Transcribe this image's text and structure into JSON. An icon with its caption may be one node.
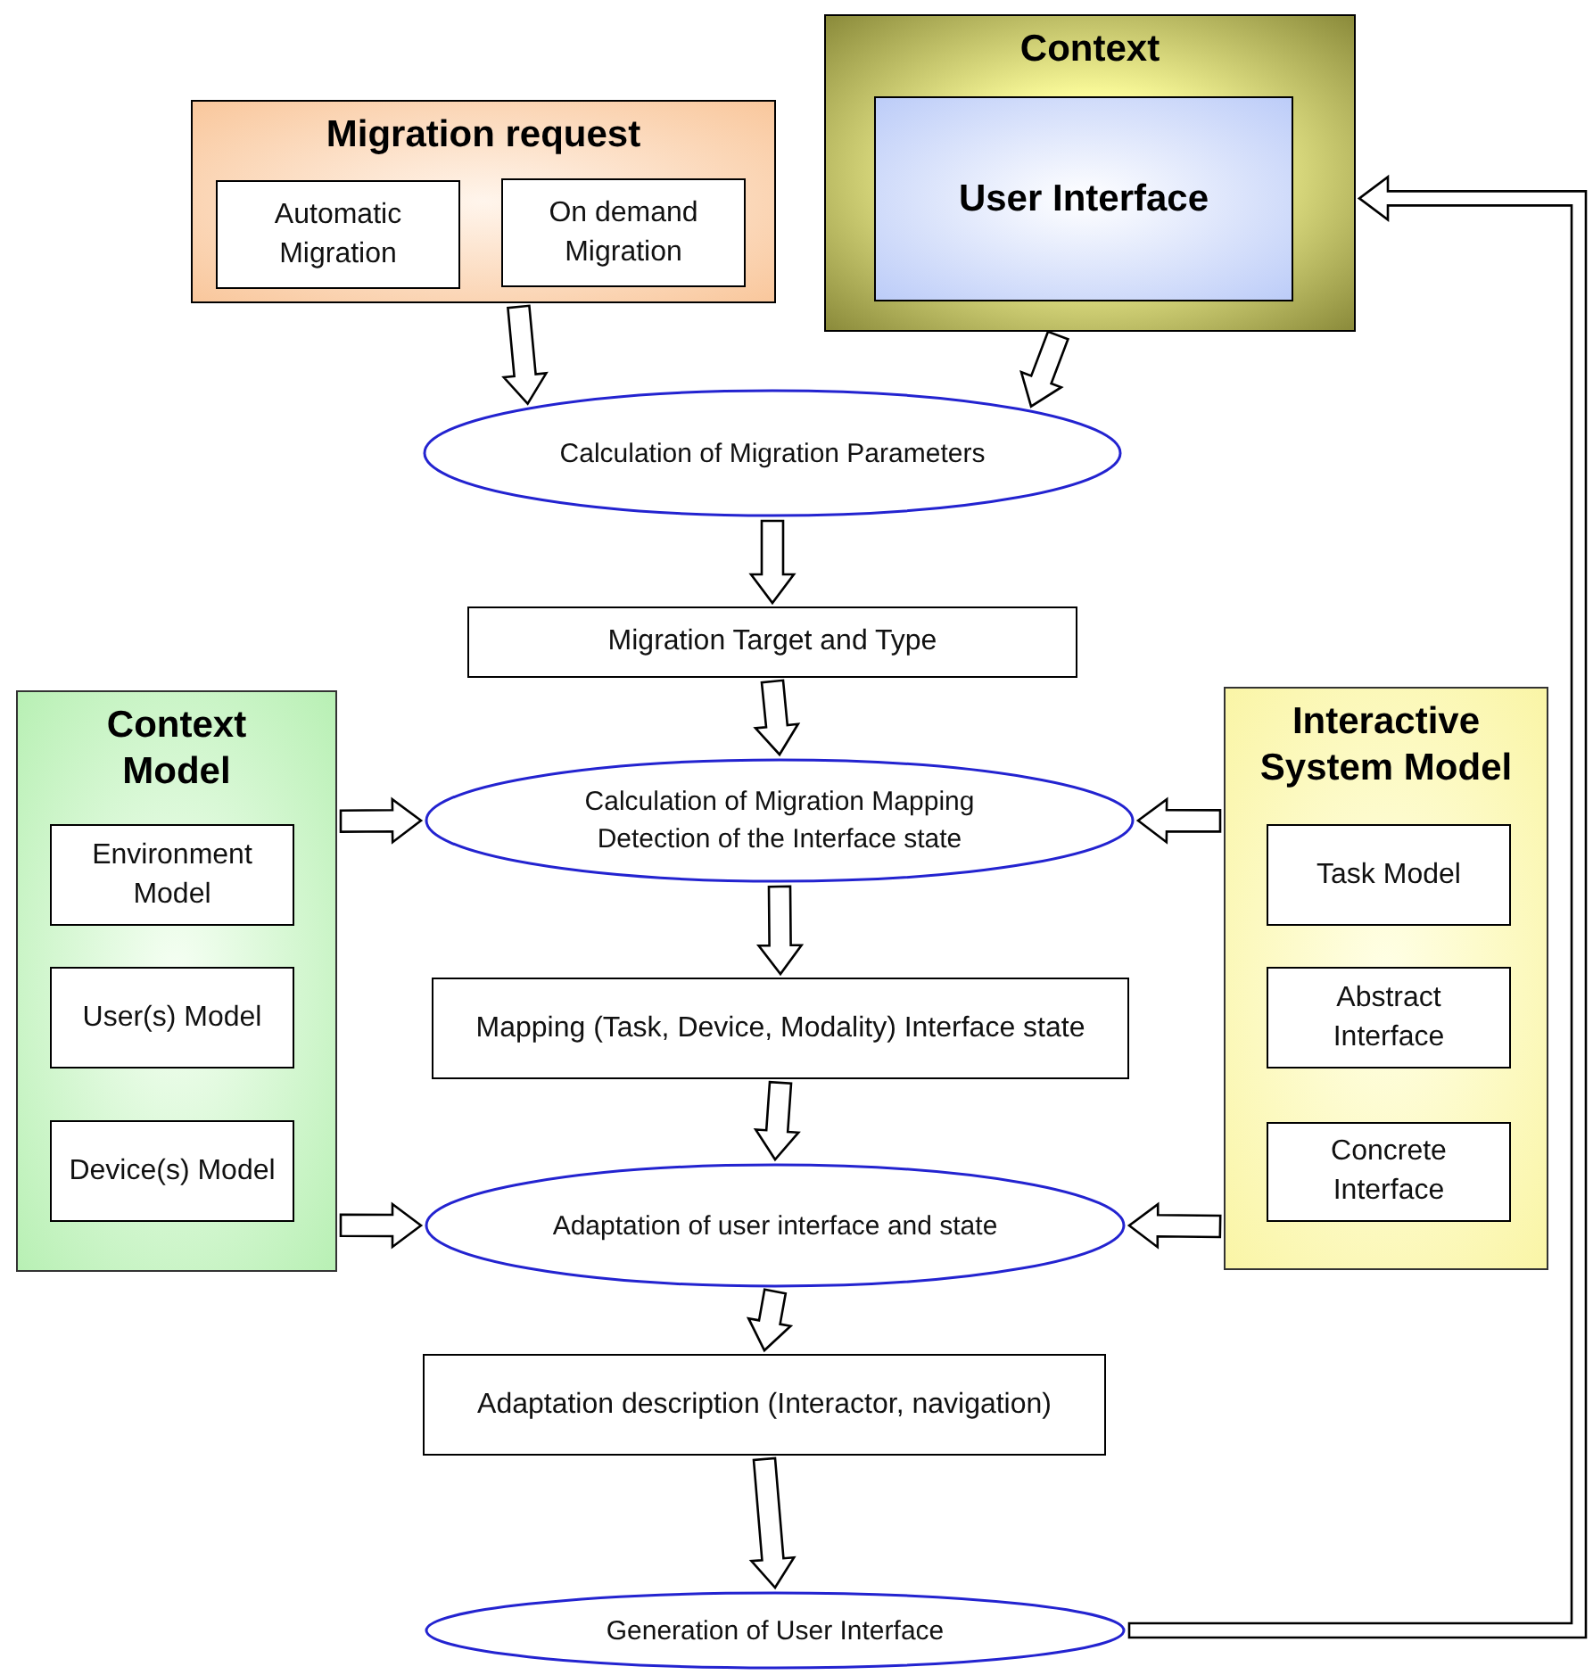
{
  "diagram": {
    "nodes": [
      {
        "text": [
          "Migration request"
        ]
      },
      {
        "text": [
          "Automatic Migration"
        ],
        "in": 0
      },
      {
        "text": [
          "On demand Migration"
        ],
        "in": 0
      },
      {
        "text": [
          "Context"
        ]
      },
      {
        "text": [
          "User Interface"
        ],
        "in": 3
      },
      {
        "text": [
          "Calculation of Migration Parameters"
        ]
      },
      {
        "text": [
          "Migration Target and Type"
        ]
      },
      {
        "text": [
          "Context Model"
        ]
      },
      {
        "text": [
          "Environment Model"
        ],
        "in": 7
      },
      {
        "text": [
          "User(s) Model"
        ],
        "in": 7
      },
      {
        "text": [
          "Device(s) Model"
        ],
        "in": 7
      },
      {
        "text": [
          "Calculation of Migration Mapping Detection of the Interface state"
        ]
      },
      {
        "text": [
          "Interactive System Model"
        ]
      },
      {
        "text": [
          "Task Model"
        ],
        "in": 12
      },
      {
        "text": [
          "Abstract Interface"
        ],
        "in": 12
      },
      {
        "text": [
          "Concrete Interface"
        ],
        "in": 12
      },
      {
        "text": [
          "Mapping (Task, Device, Modality) Interface state"
        ]
      },
      {
        "text": [
          "Adaptation of user interface and state"
        ]
      },
      {
        "text": [
          "Adaptation description (Interactor, navigation)"
        ]
      },
      {
        "text": [
          "Generation of User Interface"
        ]
      }
    ],
    "edges": [
      {
        "from": 0,
        "to": 5,
        "arrow": "to"
      },
      {
        "from": 3,
        "to": 5,
        "arrow": "to"
      },
      {
        "from": 5,
        "to": 6,
        "arrow": "to"
      },
      {
        "from": 6,
        "to": 11,
        "arrow": "to"
      },
      {
        "from": 7,
        "to": 11,
        "arrow": "to"
      },
      {
        "from": 12,
        "to": 11,
        "arrow": "to"
      },
      {
        "from": 11,
        "to": 16,
        "arrow": "to"
      },
      {
        "from": 16,
        "to": 17,
        "arrow": "to"
      },
      {
        "from": 7,
        "to": 17,
        "arrow": "to"
      },
      {
        "from": 12,
        "to": 17,
        "arrow": "to"
      },
      {
        "from": 17,
        "to": 18,
        "arrow": "to"
      },
      {
        "from": 18,
        "to": 19,
        "arrow": "to"
      },
      {
        "from": 19,
        "to": 3,
        "arrow": "to"
      }
    ]
  }
}
